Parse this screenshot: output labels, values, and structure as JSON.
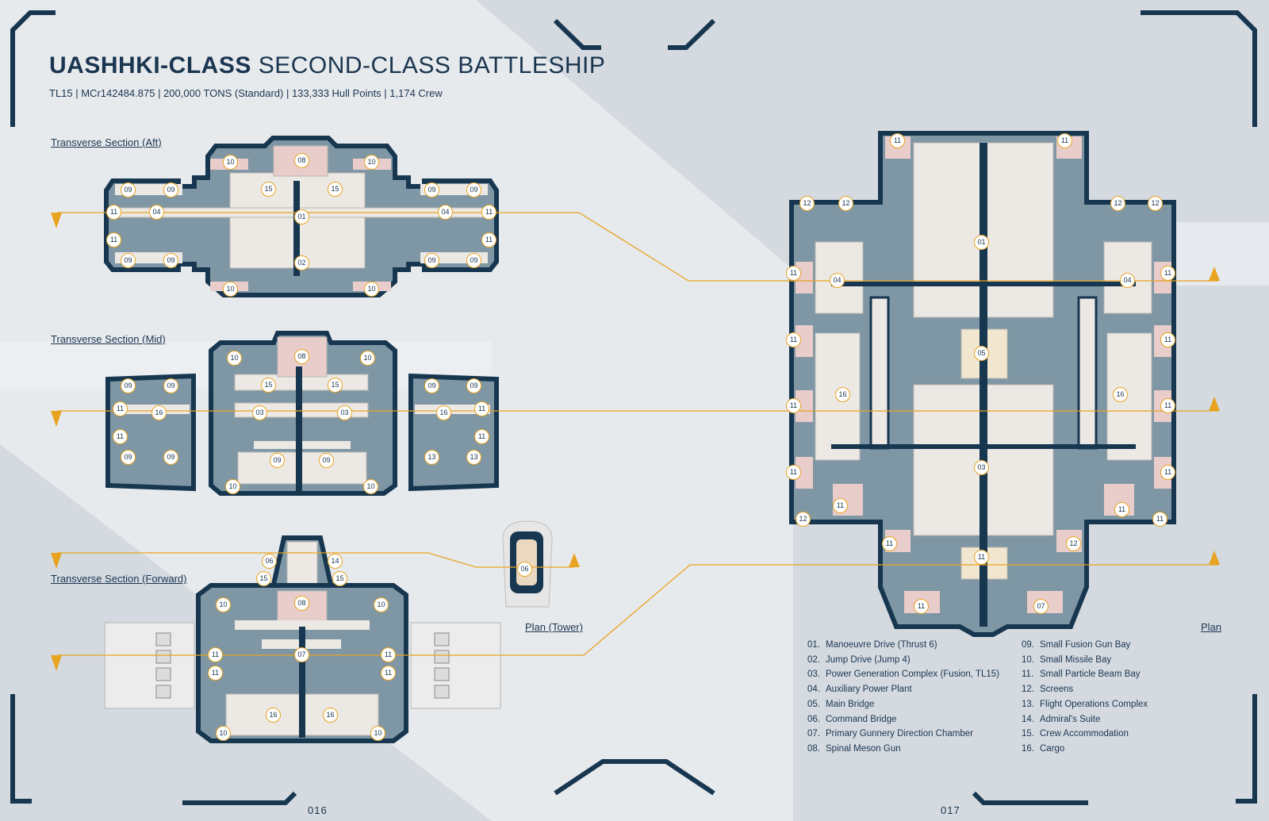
{
  "title": {
    "bold": "UASHHKI-CLASS",
    "rest": "SECOND-CLASS BATTLESHIP"
  },
  "subtitle": "TL15 | MCr142484.875 | 200,000 TONS (Standard) | 133,333 Hull Points | 1,174 Crew",
  "sections": {
    "aft": "Transverse Section (Aft)",
    "mid": "Transverse Section (Mid)",
    "forward": "Transverse Section (Forward)",
    "tower": "Plan (Tower)",
    "plan": "Plan"
  },
  "pages": {
    "left": "016",
    "right": "017"
  },
  "legend_left": [
    {
      "num": "01.",
      "label": "Manoeuvre Drive (Thrust 6)"
    },
    {
      "num": "02.",
      "label": "Jump Drive (Jump 4)"
    },
    {
      "num": "03.",
      "label": "Power Generation Complex (Fusion, TL15)"
    },
    {
      "num": "04.",
      "label": "Auxiliary Power Plant"
    },
    {
      "num": "05.",
      "label": "Main Bridge"
    },
    {
      "num": "06.",
      "label": "Command Bridge"
    },
    {
      "num": "07.",
      "label": "Primary Gunnery Direction Chamber"
    },
    {
      "num": "08.",
      "label": "Spinal Meson Gun"
    }
  ],
  "legend_right": [
    {
      "num": "09.",
      "label": "Small Fusion Gun Bay"
    },
    {
      "num": "10.",
      "label": "Small Missile Bay"
    },
    {
      "num": "11.",
      "label": "Small Particle Beam Bay"
    },
    {
      "num": "12.",
      "label": "Screens"
    },
    {
      "num": "13.",
      "label": "Flight Operations Complex"
    },
    {
      "num": "14.",
      "label": "Admiral's Suite"
    },
    {
      "num": "15.",
      "label": "Crew Accommodation"
    },
    {
      "num": "16.",
      "label": "Cargo"
    }
  ],
  "markers": {
    "aft": [
      "10",
      "08",
      "10",
      "15",
      "15",
      "09",
      "09",
      "09",
      "09",
      "11",
      "04",
      "01",
      "04",
      "11",
      "11",
      "11",
      "09",
      "09",
      "02",
      "09",
      "09",
      "10",
      "10"
    ],
    "mid": [
      "10",
      "08",
      "10",
      "09",
      "09",
      "15",
      "15",
      "09",
      "09",
      "11",
      "16",
      "03",
      "03",
      "16",
      "11",
      "11",
      "11",
      "09",
      "09",
      "13",
      "13",
      "09",
      "09",
      "10",
      "10"
    ],
    "forward": [
      "06",
      "14",
      "15",
      "15",
      "10",
      "08",
      "10",
      "11",
      "07",
      "11",
      "11",
      "11",
      "16",
      "16",
      "10",
      "10"
    ],
    "tower": [
      "06"
    ],
    "plan": [
      "11",
      "11",
      "12",
      "12",
      "12",
      "12",
      "01",
      "11",
      "04",
      "04",
      "11",
      "11",
      "11",
      "05",
      "16",
      "16",
      "11",
      "11",
      "11",
      "03",
      "11",
      "11",
      "11",
      "12",
      "11",
      "11",
      "12",
      "11",
      "11",
      "07",
      "11",
      "11"
    ]
  },
  "colors": {
    "hull": "#173650",
    "deck": "#7f97a5",
    "room": "#ece8e4",
    "engineering": "#e9cdca",
    "route": "#e8a320",
    "background": "#d4dae0"
  }
}
